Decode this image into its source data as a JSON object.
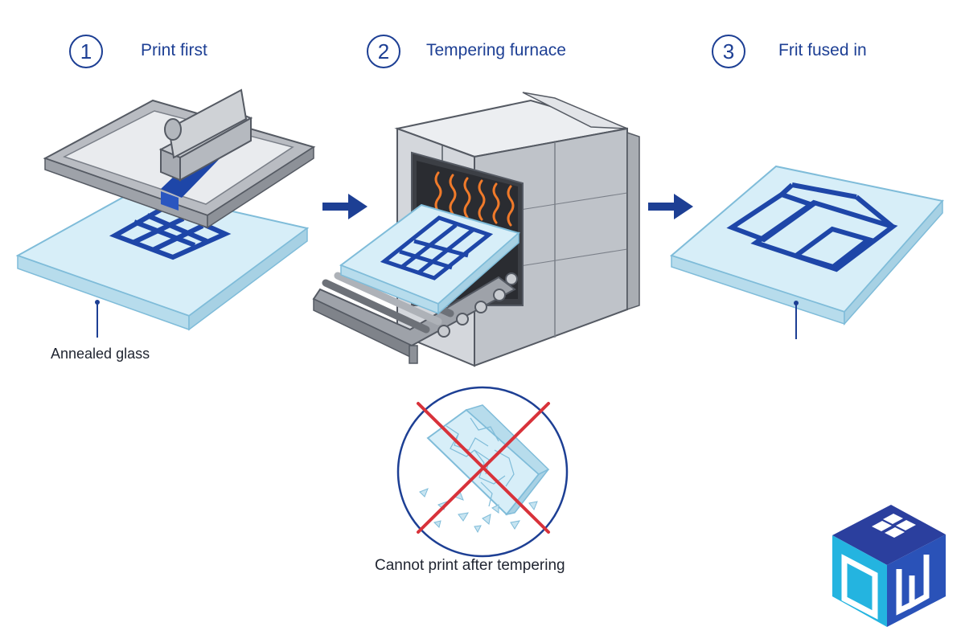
{
  "steps": [
    {
      "number": "1",
      "label": "Print first"
    },
    {
      "number": "2",
      "label": "Tempering furnace"
    },
    {
      "number": "3",
      "label": "Frit fused in"
    }
  ],
  "annotations": {
    "annealed_glass": "Annealed glass",
    "warning": "Cannot print after tempering"
  },
  "icons": {
    "arrow": "right-arrow-icon",
    "prohibited": "prohibited-cross-icon",
    "logo": "cube-logo-icon"
  },
  "colors": {
    "accent": "#1d3f94",
    "frit": "#1e46a8",
    "glass": "#d7eef8",
    "glass_edge": "#7fbcd9",
    "steel": "#c9ccd1",
    "heat": "#f07a2a",
    "warning_cross": "#d8323a"
  }
}
